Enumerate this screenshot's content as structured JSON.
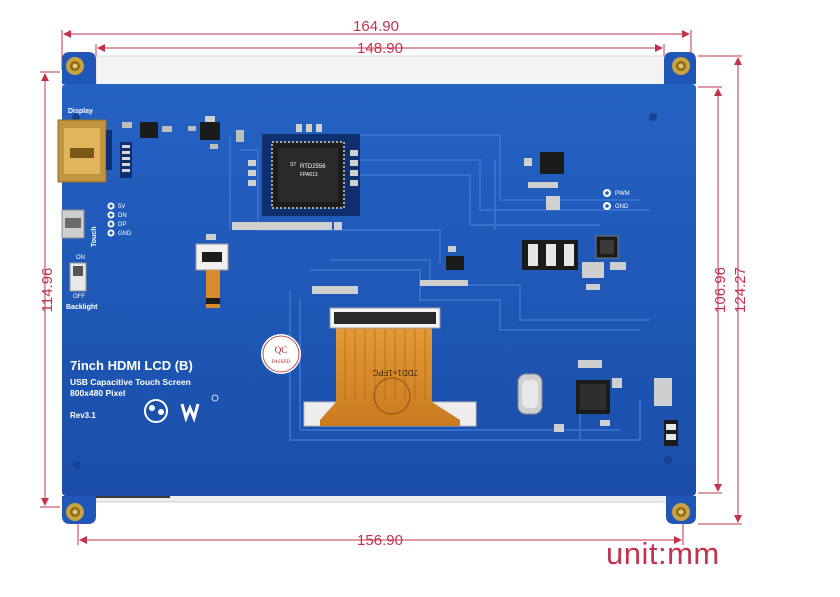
{
  "dimensions": {
    "top_outer": "164.90",
    "top_inner": "148.90",
    "bottom": "156.90",
    "left": "114.96",
    "right_inner": "106.96",
    "right_outer": "124.27"
  },
  "unit_label": "unit:mm",
  "board": {
    "title": "7inch HDMI LCD (B)",
    "subtitle_1": "USB Capacitive Touch Screen",
    "subtitle_2": "800x480 Pixel",
    "revision": "Rev3.1",
    "display_label": "Display",
    "touch_label": "Touch",
    "backlight_label": "Backlight",
    "switch_on": "ON",
    "switch_off": "OFF",
    "touch_pins": [
      "5V",
      "DN",
      "DP",
      "GND"
    ],
    "pwm_label": "PWM",
    "gnd_label": "GND",
    "qc_label": "QC",
    "passed_label": "PASSED",
    "fpc_label": "7DD1+1FPC",
    "chip_text_1": "ST",
    "chip_text_2": "RTD2556",
    "chip_text_3": "FPA013"
  },
  "colors": {
    "board_blue": "#1f56b8",
    "dimension_red": "#c2334f",
    "flex_orange": "#d98a2b"
  }
}
